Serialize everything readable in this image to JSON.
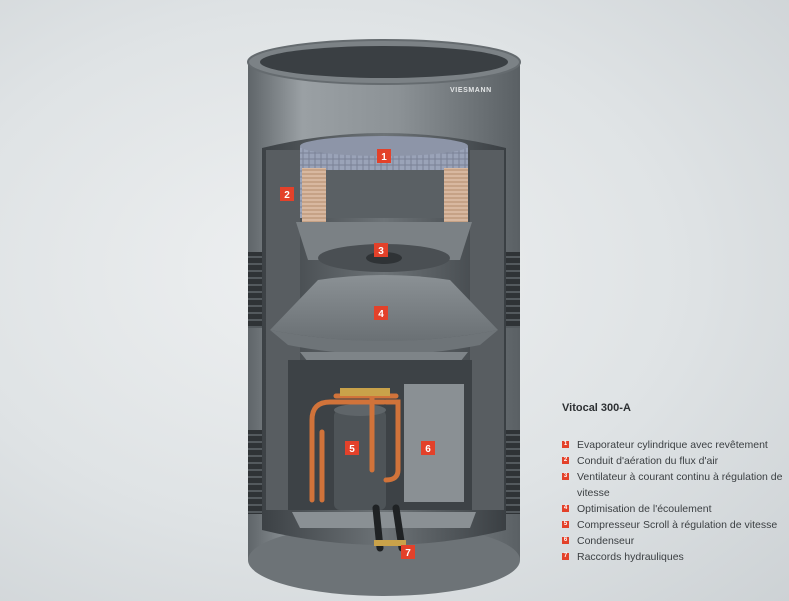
{
  "brand": "VIESMANN",
  "colors": {
    "accent": "#e3412a",
    "unit_body": "#7d8387"
  },
  "callouts": [
    "1",
    "2",
    "3",
    "4",
    "5",
    "6",
    "7"
  ],
  "legend": {
    "title": "Vitocal 300-A",
    "items": [
      {
        "num": "1",
        "text": "Evaporateur cylindrique avec revêtement"
      },
      {
        "num": "2",
        "text": "Conduit d'aération du flux d'air"
      },
      {
        "num": "3",
        "text": "Ventilateur à courant continu à régulation de vitesse"
      },
      {
        "num": "4",
        "text": "Optimisation de l'écoulement"
      },
      {
        "num": "5",
        "text": "Compresseur Scroll à régulation de vitesse"
      },
      {
        "num": "6",
        "text": "Condenseur"
      },
      {
        "num": "7",
        "text": "Raccords hydrauliques"
      }
    ]
  }
}
